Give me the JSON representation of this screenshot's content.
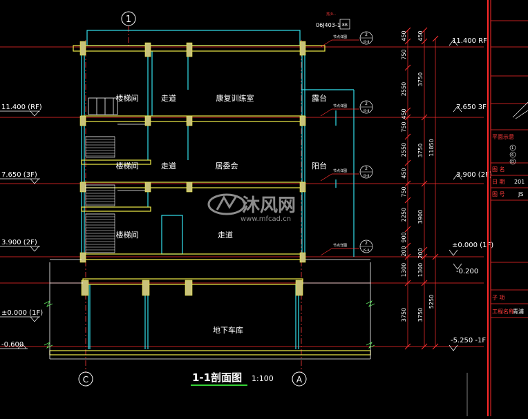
{
  "drawing": {
    "title": "1-1剖面图",
    "scale": "1:100",
    "watermark_cn": "沐风网",
    "watermark_url": "www.mfcad.cn",
    "grid_top": "1",
    "grid_bottom_left": "C",
    "grid_bottom_right": "A",
    "std_ref_small": "苏J9...",
    "std_ref": "06J403-1",
    "std_ref_sheet": "8B",
    "detail_label": "节点详图",
    "detail_num": "2",
    "detail_sheet": "JS-8"
  },
  "rooms": {
    "stair": "楼梯间",
    "corridor": "走道",
    "rehab": "康复训练室",
    "committee": "居委会",
    "balcony_3f": "露台",
    "balcony_2f": "阳台",
    "corridor_1f": "走道",
    "garage": "地下车库"
  },
  "levels_left": {
    "rf": "11.400 (RF)",
    "f3": "7.650 (3F)",
    "f2": "3.900 (2F)",
    "f1": "±0.000 (1F)",
    "neg": "-0.600"
  },
  "levels_right": {
    "rf": "11.400 RF",
    "f3": "7.650 3F",
    "f2": "3.900 (2F)",
    "f1": "±0.000 (1F)",
    "neg020": "-0.200",
    "b1": "-5.250 -1F"
  },
  "dims_inner": [
    "450",
    "750",
    "2550",
    "450",
    "750",
    "2550",
    "450",
    "750",
    "2250",
    "900",
    "200",
    "1300",
    "3750"
  ],
  "dims_mid": [
    "450",
    "3750",
    "3750",
    "3900",
    "200",
    "1300",
    "3750"
  ],
  "dims_outer": [
    "11850",
    "5250"
  ],
  "title_block": {
    "plan_hint": "平面示意",
    "key1": "1",
    "key2": "6",
    "key3": "D",
    "drawing_name": "图  名",
    "date_label": "日  期",
    "date_value": "201",
    "sheet_label": "图  号",
    "sheet_value": "JS",
    "sub_item": "子  项",
    "project_label": "工程名称",
    "project_value": "青浦"
  }
}
